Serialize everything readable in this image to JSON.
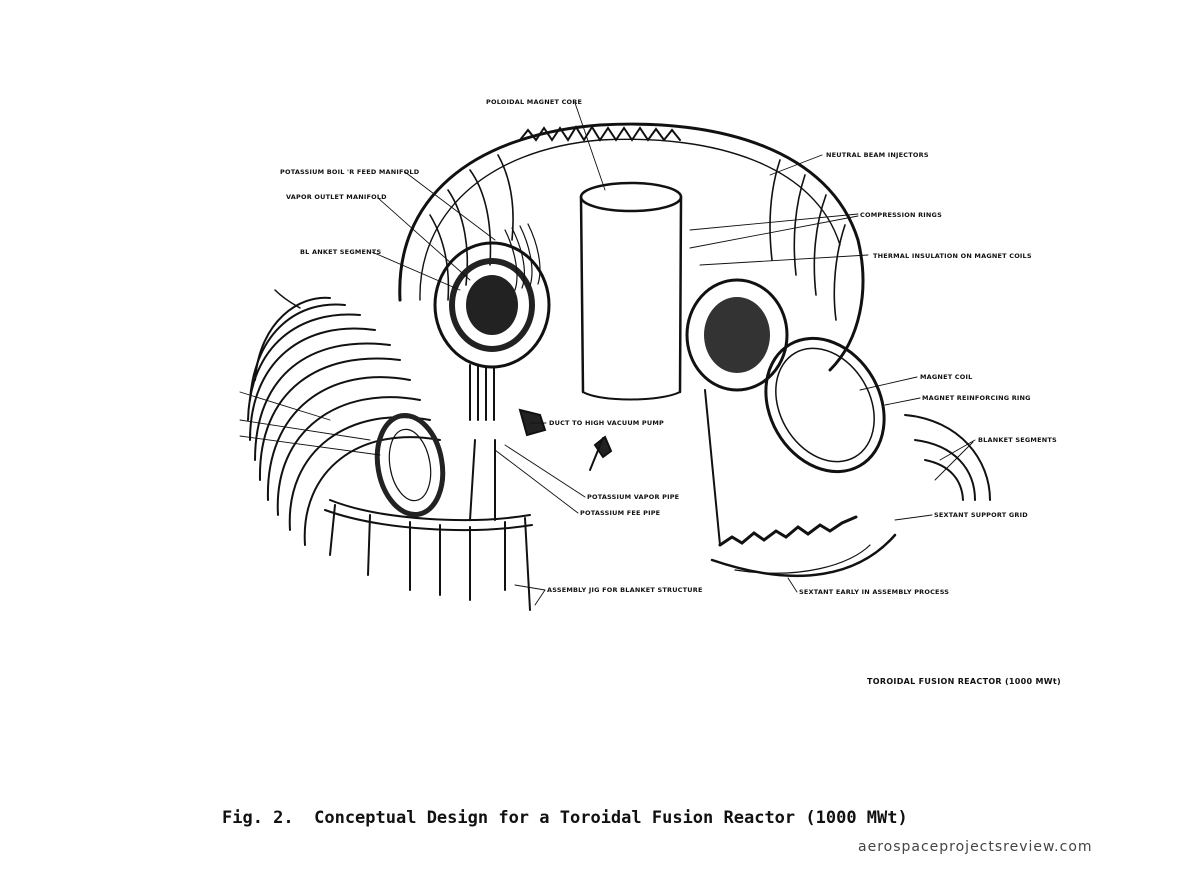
{
  "labels": {
    "poloidal_magnet_core": "POLOIDAL MAGNET CORE",
    "neutral_beam_injectors": "NEUTRAL BEAM INJECTORS",
    "potassium_boiler_feed_manifold": "POTASSIUM BOIL 'R FEED MANIFOLD",
    "vapor_outlet_manifold": "VAPOR OUTLET MANIFOLD",
    "compression_rings": "COMPRESSION RINGS",
    "blanket_segments_left": "BL ANKET SEGMENTS",
    "thermal_insulation": "THERMAL INSULATION ON MAGNET COILS",
    "magnet_coil": "MAGNET COIL",
    "magnet_reinforcing_ring": "MAGNET REINFORCING RING",
    "duct_to_vacuum_pump": "DUCT TO HIGH VACUUM PUMP",
    "blanket_segments_right": "BLANKET SEGMENTS",
    "potassium_vapor_pipe": "POTASSIUM VAPOR PIPE",
    "potassium_feed_pipe": "POTASSIUM FEE PIPE",
    "sextant_support_grid": "SEXTANT SUPPORT GRID",
    "assembly_jig": "ASSEMBLY JIG FOR BLANKET STRUCTURE",
    "sextant_early": "SEXTANT EARLY IN ASSEMBLY PROCESS"
  },
  "drawing_title": "TOROIDAL FUSION REACTOR (1000 MWt)",
  "caption": "Fig. 2.  Conceptual Design for a Toroidal Fusion Reactor (1000 MWt)",
  "watermark": "aerospaceprojectsreview.com"
}
